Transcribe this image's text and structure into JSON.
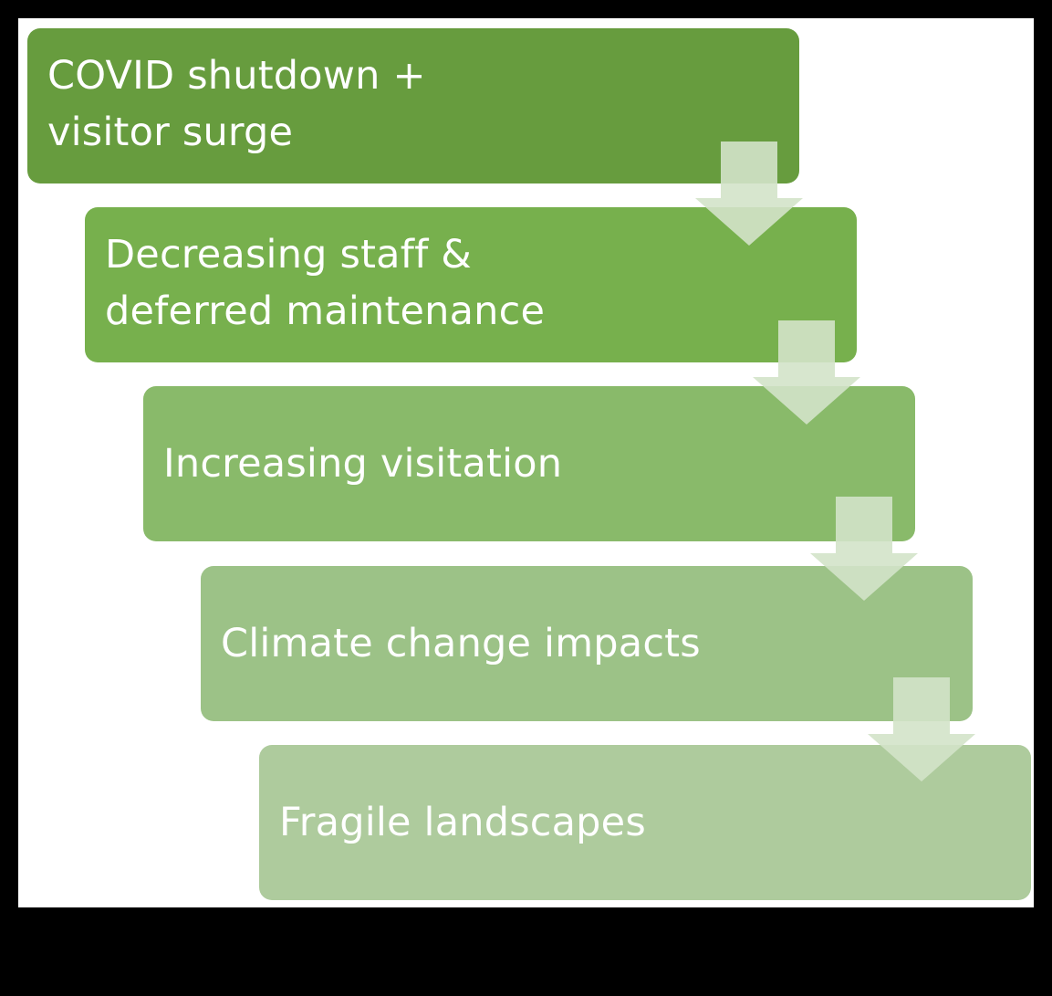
{
  "diagram": {
    "type": "process-flow",
    "direction": "top-left to bottom-right, downward arrows",
    "steps": [
      {
        "label": "COVID shutdown +\n visitor surge",
        "color": "#679c3e"
      },
      {
        "label": "Decreasing staff &\ndeferred maintenance",
        "color": "#77b04d"
      },
      {
        "label": "Increasing visitation",
        "color": "#89ba6a"
      },
      {
        "label": "Climate change impacts",
        "color": "#9cc287"
      },
      {
        "label": "Fragile landscapes",
        "color": "#aecb9d"
      }
    ],
    "arrows": [
      {
        "from": 0,
        "to": 1
      },
      {
        "from": 1,
        "to": 2
      },
      {
        "from": 2,
        "to": 3
      },
      {
        "from": 3,
        "to": 4
      }
    ],
    "arrow_color": "#d3e3c9"
  }
}
